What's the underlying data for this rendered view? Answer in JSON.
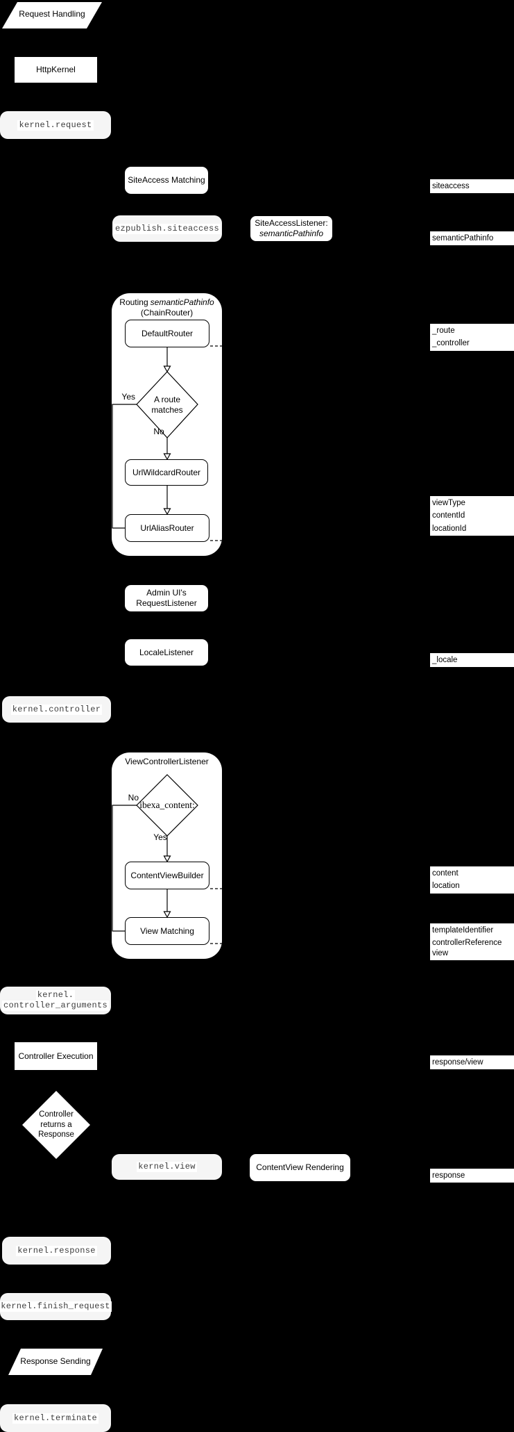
{
  "colors": {
    "background": "#000000",
    "event_fill": "#f5f5f5",
    "node_fill": "#ffffff",
    "stroke": "#000000",
    "event_text": "#3d3d3d"
  },
  "nodes": {
    "request_handling": {
      "label": "Request Handling"
    },
    "http_kernel": {
      "label": "HttpKernel"
    },
    "kernel_request": {
      "label": "kernel.request"
    },
    "siteaccess_matching": {
      "label": "SiteAccess Matching"
    },
    "ezpublish_siteaccess": {
      "label": "ezpublish.siteaccess"
    },
    "siteaccess_listener": {
      "line1": "SiteAccessListener:",
      "line2": "semanticPathinfo"
    },
    "routing_group": {
      "title_prefix": "Routing",
      "title_italic": "semanticPathinfo",
      "title_line2": "(ChainRouter)"
    },
    "default_router": {
      "label": "DefaultRouter"
    },
    "route_matches": {
      "line1": "A route",
      "line2": "matches"
    },
    "branch": {
      "yes": "Yes",
      "no": "No"
    },
    "url_wildcard_router": {
      "label": "UrlWildcardRouter"
    },
    "url_alias_router": {
      "label": "UrlAliasRouter"
    },
    "admin_request_listener": {
      "line1": "Admin UI's",
      "line2": "RequestListener"
    },
    "locale_listener": {
      "label": "LocaleListener"
    },
    "kernel_controller": {
      "label": "kernel.controller"
    },
    "view_controller_group": {
      "title": "ViewControllerListener"
    },
    "ibexa_content": {
      "label": "ibexa_content:"
    },
    "content_view_builder": {
      "label": "ContentViewBuilder"
    },
    "view_matching": {
      "label": "View Matching"
    },
    "kernel_controller_arguments": {
      "line1": "kernel.",
      "line2": "controller_arguments"
    },
    "controller_execution": {
      "label": "Controller Execution"
    },
    "controller_returns_response": {
      "line1": "Controller",
      "line2": "returns a",
      "line3": "Response"
    },
    "kernel_view": {
      "label": "kernel.view"
    },
    "contentview_rendering": {
      "label": "ContentView Rendering"
    },
    "kernel_response": {
      "label": "kernel.response"
    },
    "kernel_finish_request": {
      "label": "kernel.finish_request"
    },
    "response_sending": {
      "label": "Response Sending"
    },
    "kernel_terminate": {
      "label": "kernel.terminate"
    }
  },
  "side_labels": {
    "siteaccess": "siteaccess",
    "semantic_pathinfo": "semanticPathinfo",
    "route": "_route",
    "controller": "_controller",
    "view_type": "viewType",
    "content_id": "contentId",
    "location_id": "locationId",
    "locale": "_locale",
    "content": "content",
    "location": "location",
    "template_identifier": "templateIdentifier",
    "controller_reference": "controllerReference",
    "view": "view",
    "response_view": "response/view",
    "response": "response"
  }
}
